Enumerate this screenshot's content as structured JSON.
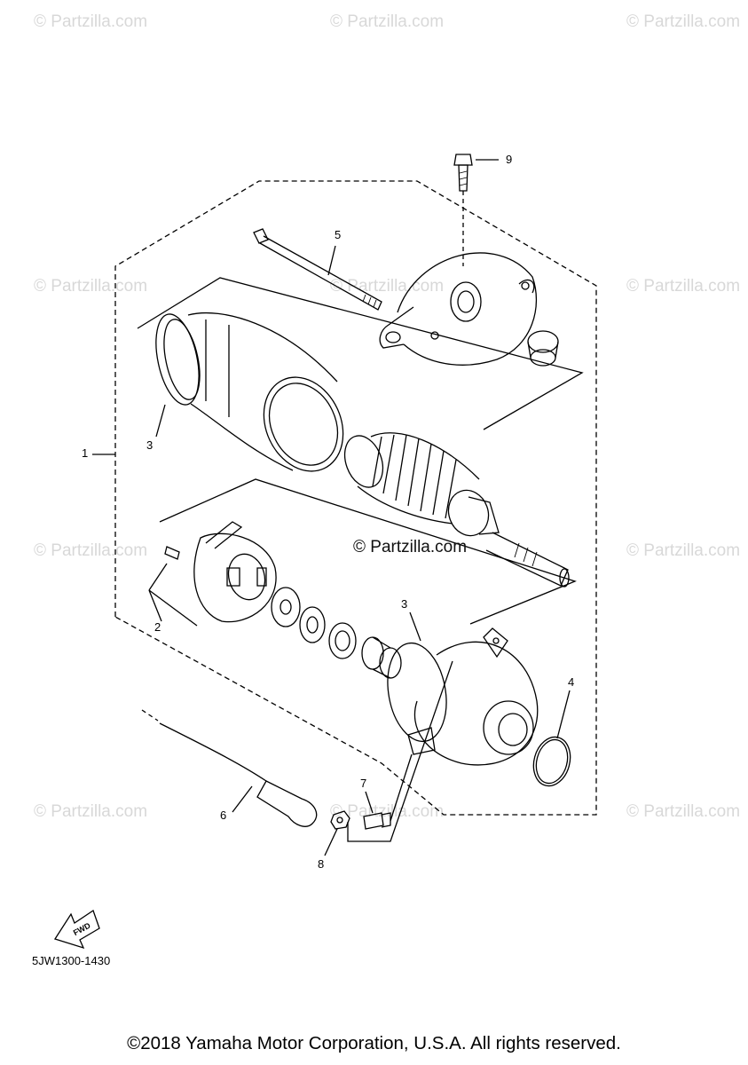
{
  "watermark": "© Partzilla.com",
  "center_watermark": "© Partzilla.com",
  "callouts": {
    "c1": "1",
    "c2": "2",
    "c3a": "3",
    "c3b": "3",
    "c4": "4",
    "c5": "5",
    "c6": "6",
    "c7": "7",
    "c8": "8",
    "c9": "9"
  },
  "fwd_label": "FWD",
  "diagram_code": "5JW1300-1430",
  "copyright": "©2018 Yamaha Motor Corporation, U.S.A. All rights reserved."
}
